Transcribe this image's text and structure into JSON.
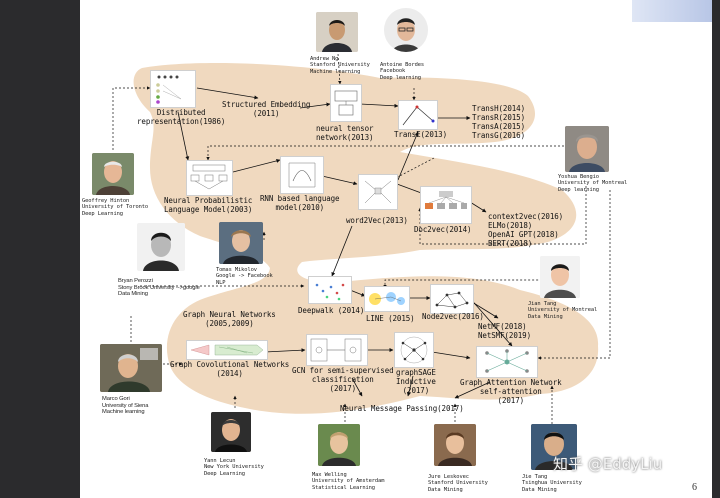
{
  "page_number": "6",
  "watermark": "知乎 @EddyLiu",
  "people": {
    "andrew_ng": {
      "name": "Andrew Ng",
      "line2": "Stanford University",
      "line3": "Machine learning"
    },
    "antoine_bordes": {
      "name": "Antoine Bordes",
      "line2": "Facebook",
      "line3": "Deep learning"
    },
    "geoffrey_hinton": {
      "name": "Geoffrey Hinton",
      "line2": "University of Toronto",
      "line3": "Deep Learning"
    },
    "yoshua_bengio": {
      "name": "Yoshua Bengio",
      "line2": "University of Montreal",
      "line3": "Deep learning"
    },
    "tomas_mikolov": {
      "name": "Tomas Mikolov",
      "line2": "Google -> Facebook",
      "line3": "NLP"
    },
    "bryan_perozzi": {
      "name": "Bryan Perozzi",
      "line2": "Stony Brook University -->google",
      "line3": "Data Mining"
    },
    "jian_tang": {
      "name": "Jian Tang",
      "line2": "University of Montreal",
      "line3": "Data Mining"
    },
    "marco_gori": {
      "name": "Marco Gori",
      "line2": "University of Siena",
      "line3": "Machine learning"
    },
    "yann_lecun": {
      "name": "Yann Lecun",
      "line2": "New York University",
      "line3": "Deep Learning"
    },
    "max_welling": {
      "name": "Max Welling",
      "line2": "University of Amsterdam",
      "line3": "Statistical Learning"
    },
    "jure_leskovec": {
      "name": "Jure Leskovec",
      "line2": "Stanford University",
      "line3": "Data Mining"
    },
    "jie_tang": {
      "name": "Jie Tang",
      "line2": "Tsinghua University",
      "line3": "Data Mining"
    }
  },
  "nodes": {
    "distributed": {
      "line1": "Distributed",
      "line2": "representation(1986)"
    },
    "structured_embedding": {
      "line1": "Structured Embedding",
      "line2": "(2011)"
    },
    "ntn": {
      "line1": "neural tensor",
      "line2": "network(2013)"
    },
    "transe": {
      "line1": "TransE(2013)"
    },
    "trans_family": {
      "line1": "TransH(2014)",
      "line2": "TransR(2015)",
      "line3": "TransA(2015)",
      "line4": "TransG(2016)"
    },
    "nplm": {
      "line1": "Neural Probabilistic",
      "line2": "Language Model(2003)"
    },
    "rnnlm": {
      "line1": "RNN based language",
      "line2": "model(2010)"
    },
    "word2vec": {
      "line1": "word2Vec(2013)"
    },
    "doc2vec": {
      "line1": "Doc2vec(2014)"
    },
    "context": {
      "line1": "context2vec(2016)",
      "line2": "ELMo(2018)",
      "line3": "OpenAI GPT(2018)",
      "line4": "BERT(2018)"
    },
    "deepwalk": {
      "line1": "Deepwalk (2014)"
    },
    "line": {
      "line1": "LINE (2015)"
    },
    "node2vec": {
      "line1": "Node2vec(2016)"
    },
    "netmf": {
      "line1": "NetMF(2018)",
      "line2": "NetSMF(2019)"
    },
    "gnn": {
      "line1": "Graph Neural Networks",
      "line2": "(2005,2009)"
    },
    "gcn": {
      "line1": "Graph Covolutional Networks",
      "line2": "(2014)"
    },
    "gcn_semi": {
      "line1": "GCN for semi-supervised",
      "line2": "classification",
      "line3": "(2017)"
    },
    "graphsage": {
      "line1": "graphSAGE",
      "line2": "Inductive",
      "line3": "(2017)"
    },
    "gat": {
      "line1": "Graph Attention Network",
      "line2": "self-attention",
      "line3": "(2017)"
    },
    "mpnn": {
      "line1": "Neural Message Passing(2017)"
    }
  }
}
